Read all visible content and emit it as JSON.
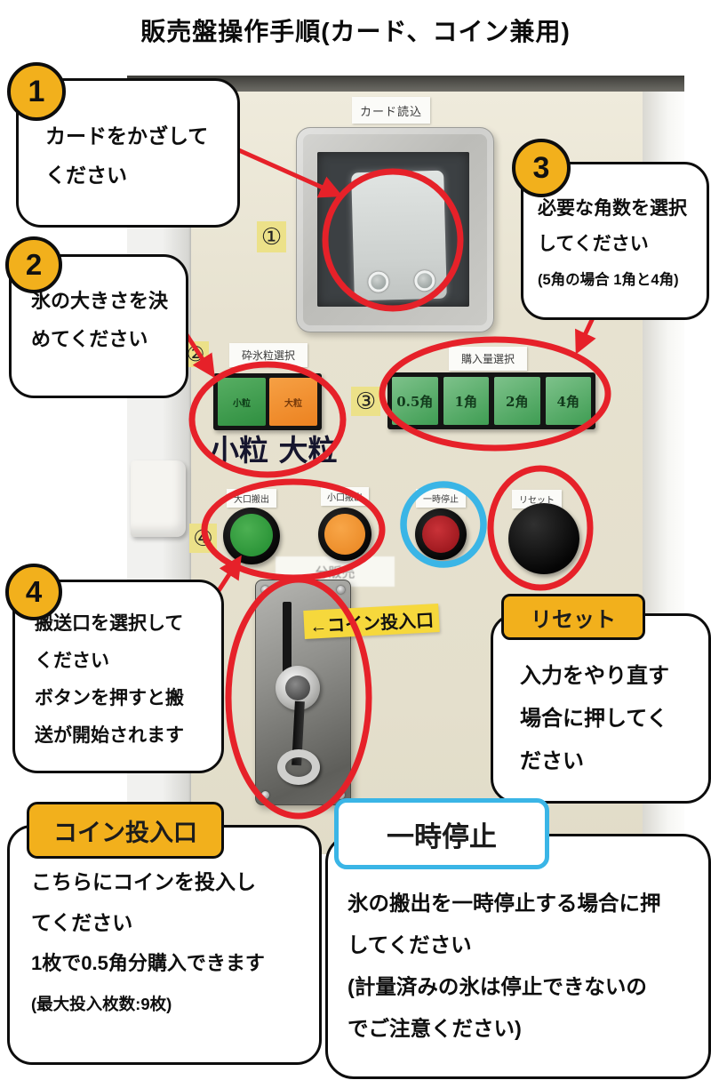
{
  "title": "販売盤操作手順(カード、コイン兼用)",
  "colors": {
    "annotation_red": "#e62129",
    "annotation_blue": "#3ab5e6",
    "badge_yellow": "#f2b01c",
    "marker_yellow": "#ece189",
    "coin_label_yellow": "#f6d83c",
    "panel_beige": "#e7e2d0"
  },
  "callouts": {
    "step1": {
      "number": "1",
      "line1": "カードをかざして",
      "line2": "ください"
    },
    "step2": {
      "number": "2",
      "line1": "氷の大きさを決",
      "line2": "めてください"
    },
    "step3": {
      "number": "3",
      "line1": "必要な角数を選択",
      "line2": "してください",
      "note": "(5角の場合 1角と4角)"
    },
    "step4": {
      "number": "4",
      "line1": "搬送口を選択して",
      "line2": "ください",
      "line3": "ボタンを押すと搬",
      "line4": "送が開始されます"
    },
    "reset": {
      "header": "リセット",
      "line1": "入力をやり直す",
      "line2": "場合に押してく",
      "line3": "ださい"
    },
    "coin": {
      "header": "コイン投入口",
      "line1": "こちらにコインを投入し",
      "line2": "てください",
      "line3": "1枚で0.5角分購入できます",
      "note": "(最大投入枚数:9枚)"
    },
    "pause": {
      "header": "一時停止",
      "line1": "氷の搬出を一時停止する場合に押",
      "line2": "してください",
      "line3": "(計量済みの氷は停止できないの",
      "line4": "でご注意ください)"
    }
  },
  "panel": {
    "card_reader_label": "カード読込",
    "marker1": "①",
    "marker2": "②",
    "marker3": "③",
    "marker4": "④",
    "grain_section_label": "砕氷粒選択",
    "grain_small": "小粒",
    "grain_large": "大粒",
    "grain_caption": "小粒 大粒",
    "amount_section_label": "購入量選択",
    "amount1": "0.5角",
    "amount2": "1角",
    "amount3": "2角",
    "amount4": "4角",
    "discharge_large_label": "大口搬出",
    "discharge_small_label": "小口搬出",
    "pause_button_label": "一時停止",
    "reset_button_label": "リセット",
    "sale_label": "分販売",
    "coin_slot_label": "←コイン投入口"
  }
}
